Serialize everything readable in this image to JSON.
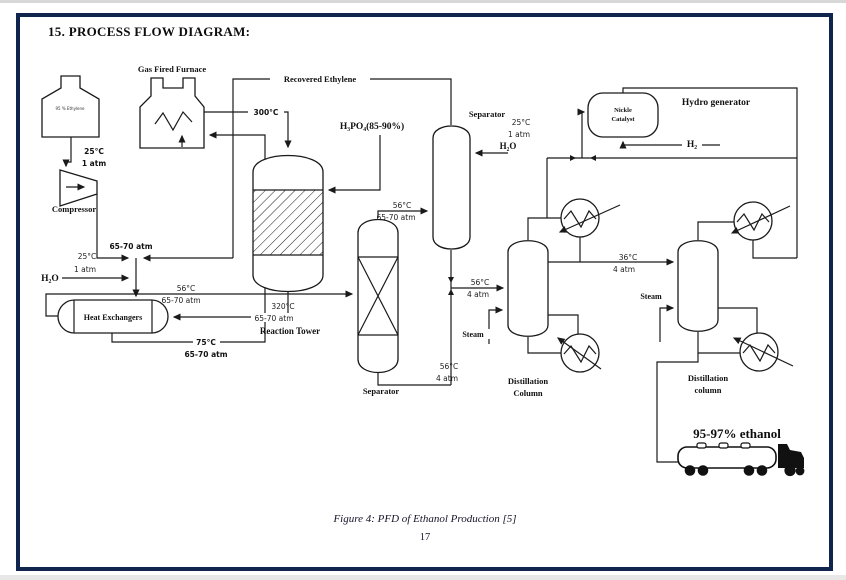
{
  "page": {
    "heading": "15. PROCESS FLOW DIAGRAM:",
    "caption": "Figure 4: PFD of Ethanol Production [5]",
    "page_number": "17"
  },
  "colors": {
    "border": "#10254d",
    "line": "#1a1a1a"
  },
  "equipment": {
    "tank": "95 % Ethylene",
    "compressor": "Compressor",
    "furnace": "Gas Fired Furnace",
    "heat_exchangers": "Heat Exchangers",
    "reaction_tower": "Reaction Tower",
    "separator_packed": "Separator",
    "separator_flash": "Separator",
    "dc1_line1": "Distillation",
    "dc1_line2": "Column",
    "dc2_line1": "Distillation",
    "dc2_line2": "column",
    "catalyst_line1": "Nickle",
    "catalyst_line2": "Catalyst",
    "hydro_generator": "Hydro generator"
  },
  "streams": {
    "recovered_ethylene": "Recovered Ethylene",
    "h3po4": "H₃PO₄(85-90%)",
    "h2o_feed": "H₂O",
    "h2o_quench": "H₂O",
    "hydrogen": "H₂",
    "steam_1": "Steam",
    "steam_2": "Steam",
    "product": "95-97% ethanol"
  },
  "conditions": {
    "tank_t": "25°C",
    "tank_p": "1 atm",
    "recycle_p": "65-70 atm",
    "feed_t": "25°C",
    "feed_p": "1 atm",
    "he_out_t": "56°C",
    "he_out_p": "65-70 atm",
    "he_cold_t": "75°C",
    "he_cold_p": "65-70 atm",
    "furnace_out_t": "300°C",
    "reactor_out_t": "320°C",
    "reactor_out_p": "65-70 atm",
    "sep_in_t": "56°C",
    "sep_in_p": "65-70 atm",
    "quench_t": "25°C",
    "quench_p": "1 atm",
    "dc1_feed_t": "56°C",
    "dc1_feed_p": "4 atm",
    "bottoms_t": "56°C",
    "bottoms_p": "4 atm",
    "dc2_feed_t": "36°C",
    "dc2_feed_p": "4 atm"
  }
}
